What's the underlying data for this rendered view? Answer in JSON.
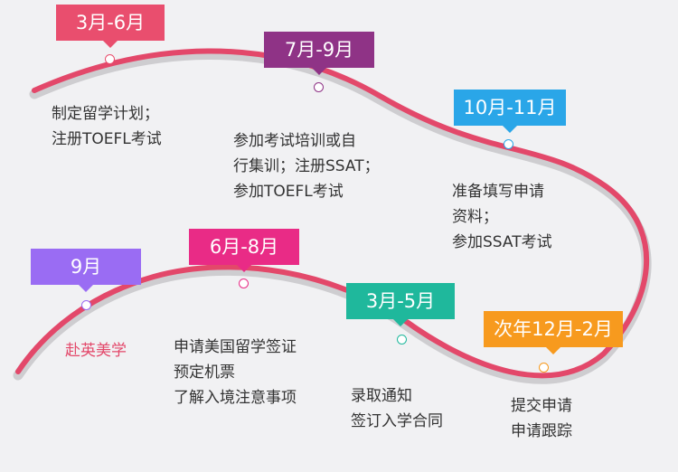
{
  "colors": {
    "curve": "#e3486a",
    "curve_shadow": "#8d8a90",
    "text": "#333333",
    "highlight_text": "#e3486a"
  },
  "milestones": [
    {
      "date": "3月-6月",
      "color": "#e94e6e",
      "lines": [
        "制定留学计划；",
        "注册TOEFL考试"
      ]
    },
    {
      "date": "7月-9月",
      "color": "#8f3386",
      "lines": [
        "参加考试培训或自",
        "行集训；注册SSAT；",
        "参加TOEFL考试"
      ]
    },
    {
      "date": "10月-11月",
      "color": "#2aa6e8",
      "lines": [
        "准备填写申请",
        "资料；",
        "参加SSAT考试"
      ]
    },
    {
      "date": "次年12月-2月",
      "color": "#f79a1e",
      "lines": [
        "提交申请",
        "申请跟踪"
      ]
    },
    {
      "date": "3月-5月",
      "color": "#1fb89c",
      "lines": [
        "录取通知",
        "签订入学合同"
      ]
    },
    {
      "date": "6月-8月",
      "color": "#e92b86",
      "lines": [
        "申请美国留学签证",
        "预定机票",
        "了解入境注意事项"
      ]
    },
    {
      "date": "9月",
      "color": "#9a6cf3",
      "lines": [
        "赴英美学"
      ]
    }
  ]
}
